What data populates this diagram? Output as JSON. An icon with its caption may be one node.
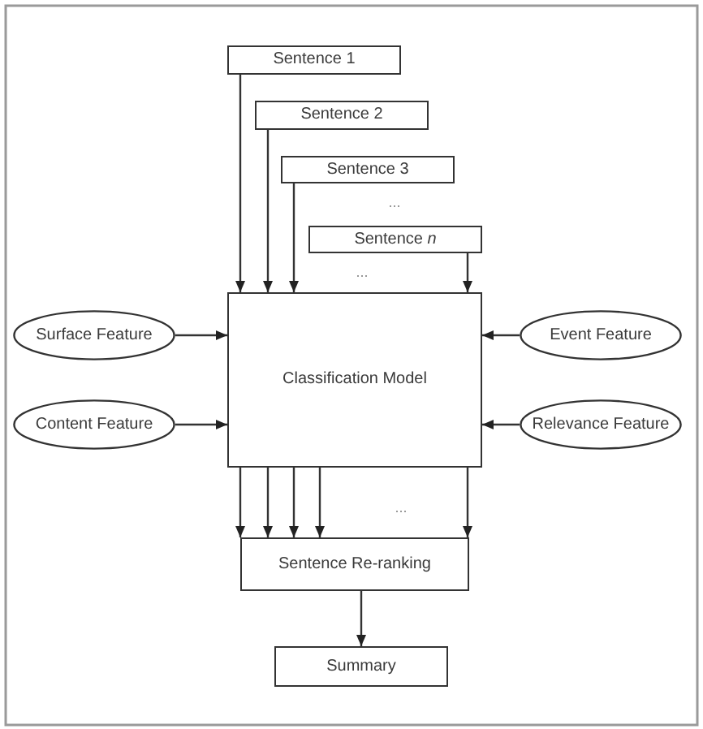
{
  "diagram": {
    "nodes": [
      {
        "text": [
          "Sentence 1"
        ]
      },
      {
        "text": [
          "Sentence 2"
        ]
      },
      {
        "text": [
          "Sentence 3"
        ]
      },
      {
        "text": [
          "Sentence *n*"
        ]
      },
      {
        "text": [
          "Surface Feature"
        ]
      },
      {
        "text": [
          "Classification Model"
        ]
      },
      {
        "text": [
          "Event Feature"
        ]
      },
      {
        "text": [
          "Content Feature"
        ]
      },
      {
        "text": [
          "Relevance Feature"
        ]
      },
      {
        "text": [
          "Sentence Re-ranking"
        ]
      },
      {
        "text": [
          "Summary"
        ]
      }
    ],
    "edges": [
      {
        "from": 0,
        "to": 5,
        "arrow": "to"
      },
      {
        "from": 1,
        "to": 5,
        "arrow": "to"
      },
      {
        "from": 2,
        "to": 5,
        "arrow": "to"
      },
      {
        "from": 3,
        "to": 5,
        "arrow": "to"
      },
      {
        "from": 4,
        "to": 5,
        "arrow": "to"
      },
      {
        "from": 6,
        "to": 5,
        "arrow": "to"
      },
      {
        "from": 7,
        "to": 5,
        "arrow": "to"
      },
      {
        "from": 8,
        "to": 5,
        "arrow": "to"
      },
      {
        "from": 5,
        "to": 9,
        "arrow": "to"
      },
      {
        "from": 5,
        "to": 9,
        "arrow": "to"
      },
      {
        "from": 5,
        "to": 9,
        "arrow": "to"
      },
      {
        "from": 5,
        "to": 9,
        "arrow": "to"
      },
      {
        "from": 5,
        "to": 9,
        "arrow": "to"
      },
      {
        "from": 9,
        "to": 10,
        "arrow": "to"
      }
    ],
    "labels": [
      "...",
      "...",
      "..."
    ]
  }
}
